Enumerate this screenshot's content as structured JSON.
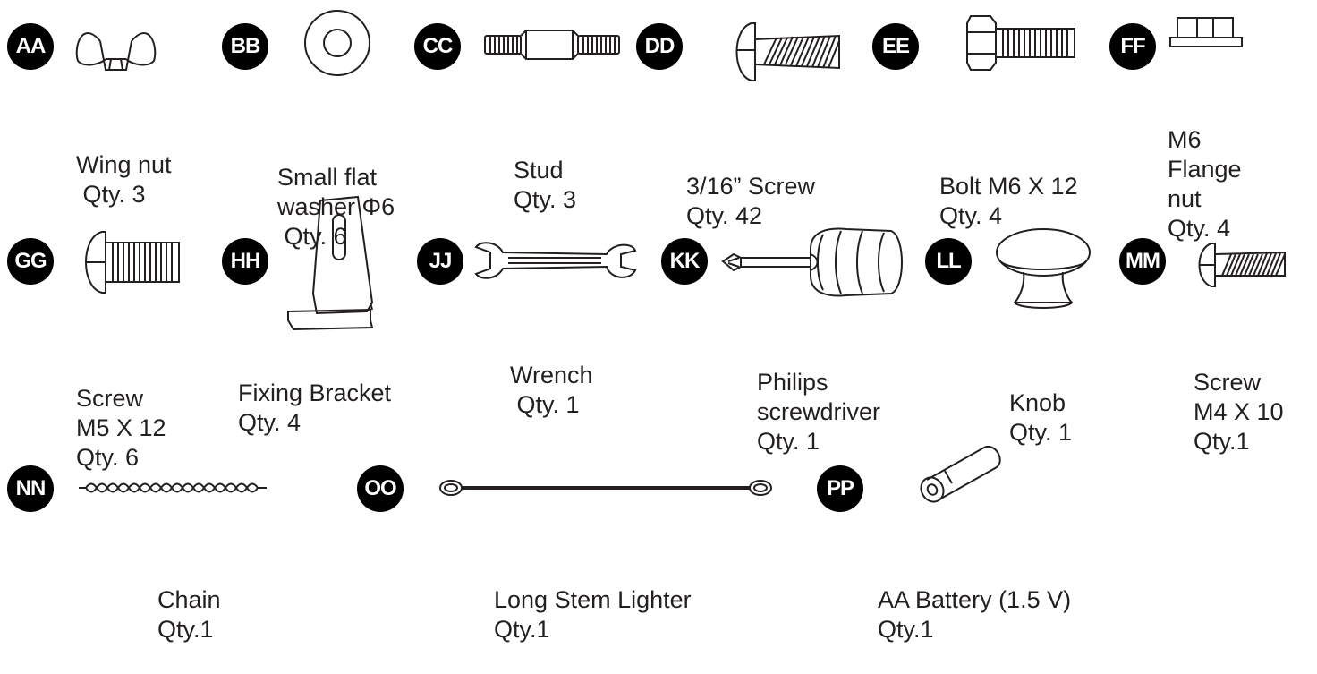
{
  "items": [
    {
      "code": "AA",
      "icon": "wing-nut-icon",
      "lines": [
        "Wing nut",
        " Qty. 3"
      ]
    },
    {
      "code": "BB",
      "icon": "washer-icon",
      "lines": [
        "Small flat",
        "washer Φ6",
        " Qty. 6"
      ]
    },
    {
      "code": "CC",
      "icon": "stud-icon",
      "lines": [
        "Stud",
        "Qty. 3"
      ]
    },
    {
      "code": "DD",
      "icon": "screw-icon",
      "lines": [
        "3/16” Screw",
        "Qty. 42"
      ]
    },
    {
      "code": "EE",
      "icon": "bolt-icon",
      "lines": [
        "Bolt M6 X 12",
        "Qty. 4"
      ]
    },
    {
      "code": "FF",
      "icon": "flange-nut-icon",
      "lines": [
        "M6",
        "Flange",
        "nut",
        "Qty. 4"
      ]
    },
    {
      "code": "GG",
      "icon": "machine-screw-icon",
      "lines": [
        "Screw",
        "M5 X 12",
        "Qty. 6"
      ]
    },
    {
      "code": "HH",
      "icon": "bracket-icon",
      "lines": [
        "",
        "Fixing Bracket",
        "Qty. 4"
      ]
    },
    {
      "code": "JJ",
      "icon": "wrench-icon",
      "lines": [
        "Wrench",
        " Qty. 1"
      ]
    },
    {
      "code": "KK",
      "icon": "screwdriver-icon",
      "lines": [
        "Philips",
        "screwdriver",
        "Qty. 1"
      ]
    },
    {
      "code": "LL",
      "icon": "knob-icon",
      "lines": [
        "Knob",
        "Qty. 1"
      ]
    },
    {
      "code": "MM",
      "icon": "small-screw-icon",
      "lines": [
        "Screw",
        "M4 X 10",
        "Qty.1"
      ]
    },
    {
      "code": "NN",
      "icon": "chain-icon",
      "lines": [
        "Chain",
        "Qty.1"
      ]
    },
    {
      "code": "OO",
      "icon": "lighter-icon",
      "lines": [
        "Long Stem Lighter",
        "Qty.1"
      ]
    },
    {
      "code": "PP",
      "icon": "battery-icon",
      "lines": [
        "AA Battery (1.5 V)",
        "Qty.1"
      ]
    }
  ]
}
